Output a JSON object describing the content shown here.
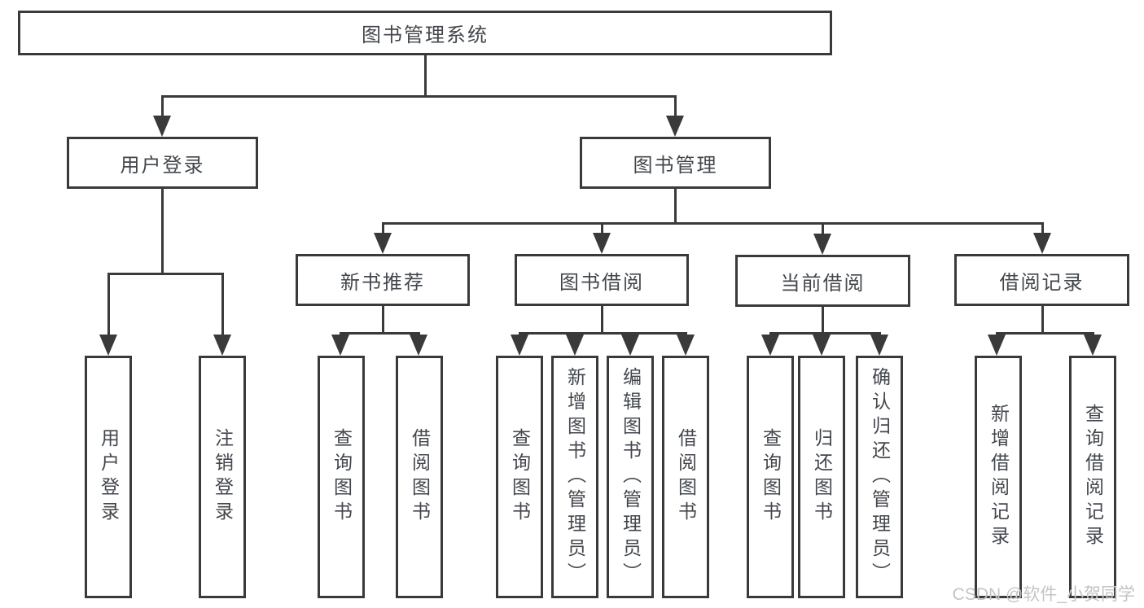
{
  "diagram": {
    "root": "图书管理系统",
    "branches": [
      {
        "label": "用户登录",
        "leaves": [
          "用户登录",
          "注销登录"
        ]
      },
      {
        "label": "图书管理",
        "groups": [
          {
            "label": "新书推荐",
            "leaves": [
              "查询图书",
              "借阅图书"
            ]
          },
          {
            "label": "图书借阅",
            "leaves": [
              "查询图书",
              "新增图书（管理员）",
              "编辑图书（管理员）",
              "借阅图书"
            ]
          },
          {
            "label": "当前借阅",
            "leaves": [
              "查询图书",
              "归还图书",
              "确认归还（管理员）"
            ]
          },
          {
            "label": "借阅记录",
            "leaves": [
              "新增借阅记录",
              "查询借阅记录"
            ]
          }
        ]
      }
    ]
  },
  "watermark": "CSDN @软件_小贺同学",
  "colors": {
    "line": "#3a3a3a",
    "text": "#43474d",
    "watermark": "#c4c4c4"
  }
}
